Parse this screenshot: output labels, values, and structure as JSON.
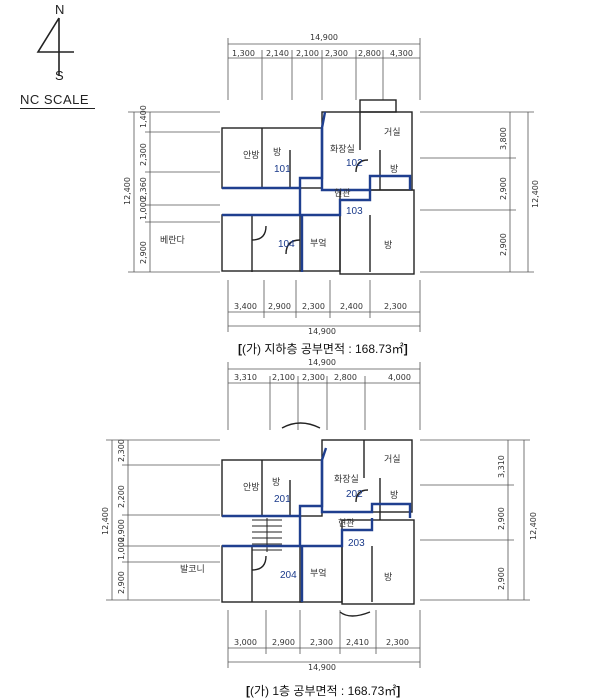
{
  "north_arrow": {
    "letter_n": "N",
    "letter_s": "S"
  },
  "scale_label": "NC SCALE",
  "plans": [
    {
      "caption_open": "[",
      "caption_text": "(가) 지하층 공부면적 : 168.73㎡",
      "caption_close": "]",
      "units": [
        "101",
        "102",
        "103",
        "104"
      ],
      "top_total": "14,900",
      "top_dims": [
        "1,300",
        "2,140",
        "2,100",
        "2,300",
        "2,800",
        "4,300"
      ],
      "bottom_total": "14,900",
      "bottom_dims": [
        "3,400",
        "2,900",
        "2,300",
        "2,400",
        "2,300"
      ],
      "left_dims": [
        "1,400",
        "2,300",
        "2,360",
        "1,000",
        "2,900"
      ],
      "left_total": "12,400",
      "right_dims": [
        "3,800",
        "2,900",
        "2,900"
      ],
      "right_total": "12,400",
      "room_marks": [
        "안방",
        "거실",
        "방",
        "방",
        "방",
        "부엌",
        "베란다",
        "화장실",
        "현관"
      ]
    },
    {
      "caption_open": "[",
      "caption_text": "(가) 1층 공부면적 : 168.73㎡",
      "caption_close": "]",
      "units": [
        "201",
        "202",
        "203",
        "204"
      ],
      "top_total": "14,900",
      "top_dims": [
        "3,310",
        "2,100",
        "2,300",
        "2,800",
        "4,000"
      ],
      "bottom_total": "14,900",
      "bottom_dims": [
        "3,000",
        "2,900",
        "2,300",
        "2,410",
        "2,300"
      ],
      "left_dims": [
        "2,300",
        "2,200",
        "2,900",
        "1,000",
        "2,900"
      ],
      "left_total": "12,400",
      "right_dims": [
        "3,310",
        "2,900",
        "2,900"
      ],
      "right_total": "12,400",
      "room_marks": [
        "안방",
        "거실",
        "방",
        "방",
        "방",
        "부엌",
        "발코니",
        "화장실",
        "현관"
      ]
    }
  ]
}
